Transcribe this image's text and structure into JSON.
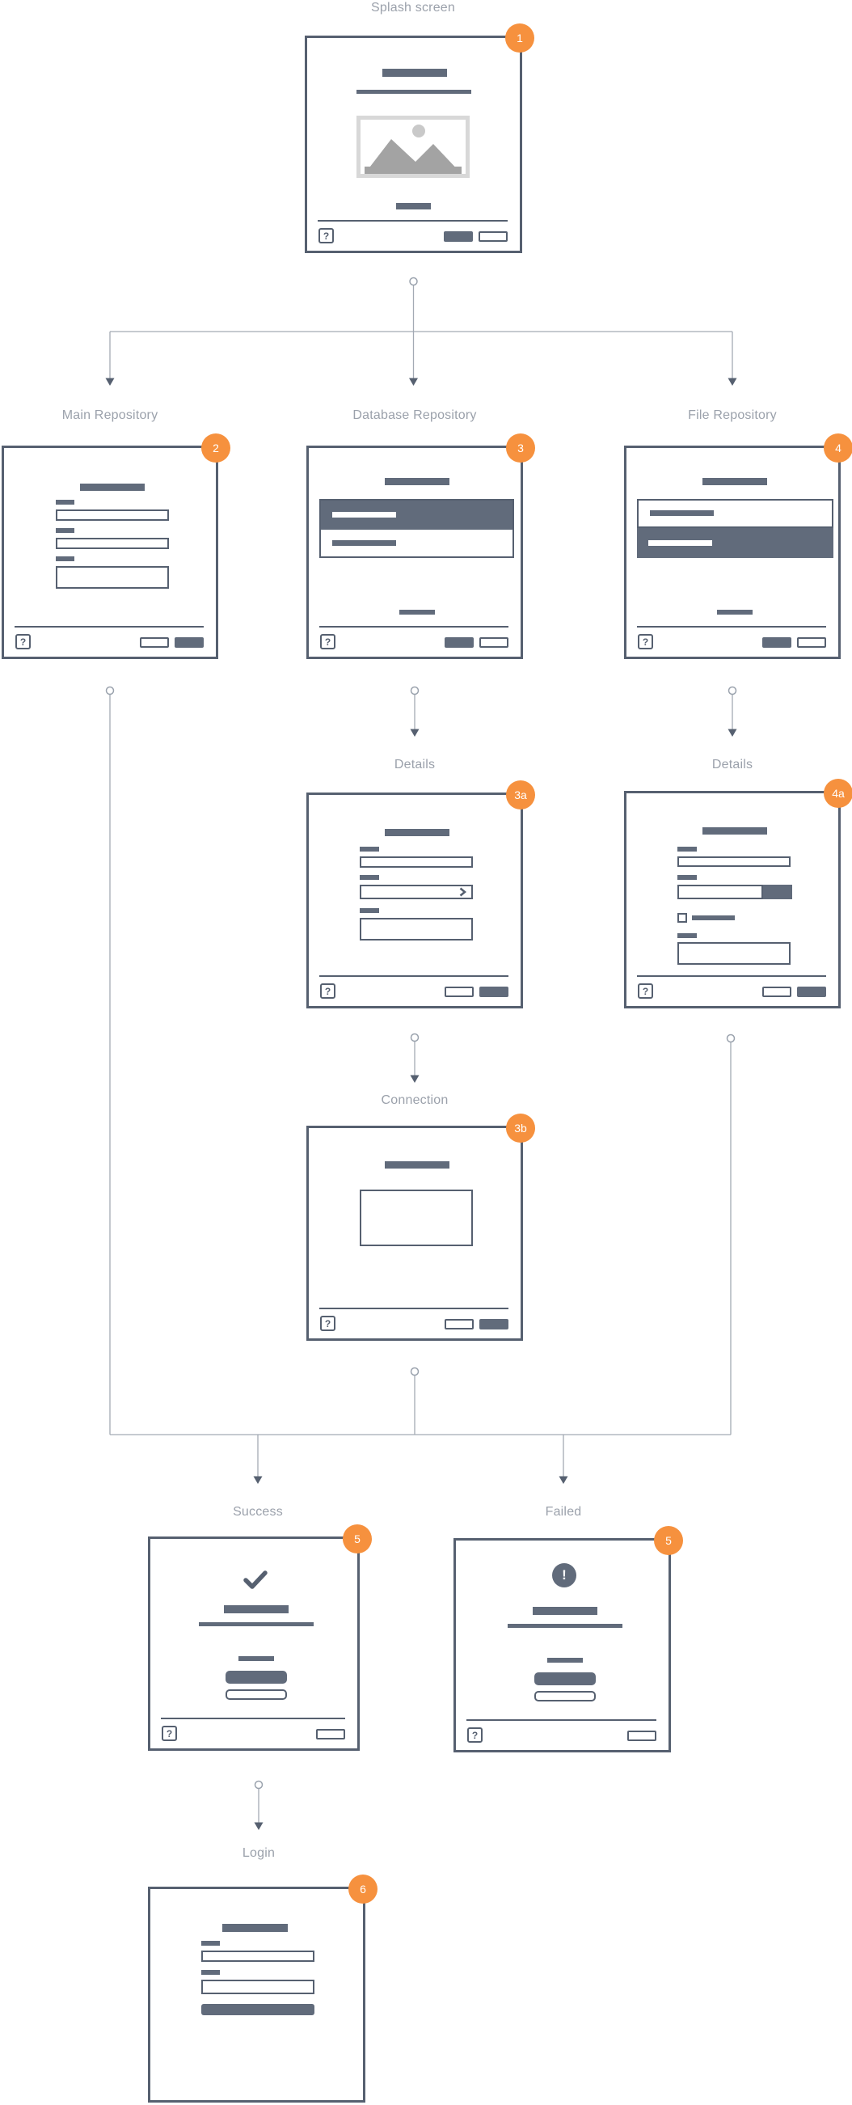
{
  "palette": {
    "slate_stroke": "#566070",
    "slate_fill": "#616b7b",
    "connector_line": "#a3aab4",
    "label_text": "#9ba1ab",
    "badge_orange": "#f6913e",
    "badge_text": "#ffffff",
    "image_frame_gray": "#d8d8d8",
    "image_art_gray": "#a3a3a3"
  },
  "icons": {
    "help": "?",
    "alert": "!",
    "check": "check-mark",
    "chevron": "chevron-right",
    "image": "picture-placeholder"
  },
  "screens": {
    "splash": {
      "label": "Splash screen",
      "badge": "1"
    },
    "main_repo": {
      "label": "Main Repository",
      "badge": "2"
    },
    "db_repo": {
      "label": "Database Repository",
      "badge": "3"
    },
    "file_repo": {
      "label": "File Repository",
      "badge": "4"
    },
    "db_details": {
      "label": "Details",
      "badge": "3a"
    },
    "file_details": {
      "label": "Details",
      "badge": "4a"
    },
    "connection": {
      "label": "Connection",
      "badge": "3b"
    },
    "success": {
      "label": "Success",
      "badge": "5"
    },
    "failed": {
      "label": "Failed",
      "badge": "5"
    },
    "login": {
      "label": "Login",
      "badge": "6"
    }
  },
  "edges": [
    {
      "from": "splash",
      "to": "main_repo"
    },
    {
      "from": "splash",
      "to": "db_repo"
    },
    {
      "from": "splash",
      "to": "file_repo"
    },
    {
      "from": "db_repo",
      "to": "db_details"
    },
    {
      "from": "file_repo",
      "to": "file_details"
    },
    {
      "from": "db_details",
      "to": "connection"
    },
    {
      "from": "main_repo",
      "to": "outcome-bus"
    },
    {
      "from": "connection",
      "to": "outcome-bus"
    },
    {
      "from": "file_details",
      "to": "outcome-bus"
    },
    {
      "from": "outcome-bus",
      "to": "success"
    },
    {
      "from": "outcome-bus",
      "to": "failed"
    },
    {
      "from": "success",
      "to": "login"
    }
  ]
}
